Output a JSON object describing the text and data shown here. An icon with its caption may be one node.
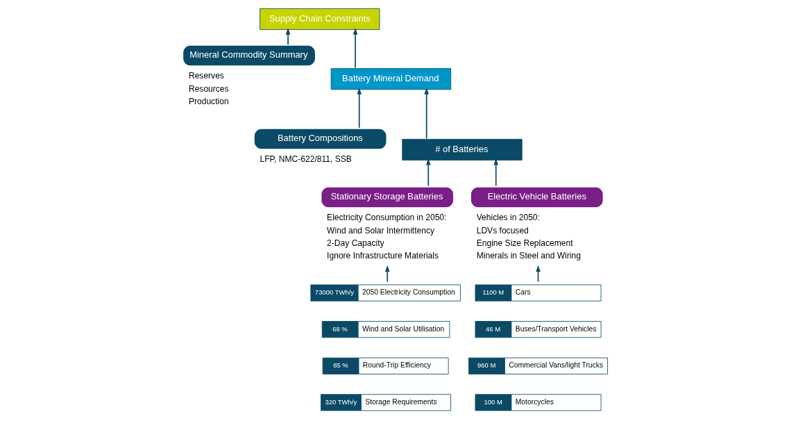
{
  "diagram": {
    "nodes": [
      {
        "text": [
          "Supply Chain Constraints"
        ]
      },
      {
        "text": [
          "Mineral Commodity Summary",
          "Reserves",
          "Resources",
          "Production"
        ]
      },
      {
        "text": [
          "Battery Mineral Demand"
        ]
      },
      {
        "text": [
          "Battery Compositions",
          "LFP, NMC-622/811, SSB"
        ]
      },
      {
        "text": [
          "# of Batteries"
        ]
      },
      {
        "text": [
          "Stationary Storage Batteries",
          "Electricity Consumption in 2050:",
          "Wind and Solar Intermittency",
          "2-Day Capacity",
          "Ignore Infrastructure Materials"
        ]
      },
      {
        "text": [
          "Electric Vehicle Batteries",
          "Vehicles in 2050:",
          "LDVs focused",
          "Engine Size Replacement",
          "Minerals in Steel and Wiring"
        ]
      },
      {
        "text": [
          "73000 TWh/y",
          "2050 Electricity Consumption"
        ]
      },
      {
        "text": [
          "68 %",
          "Wind and Solar Utilisation"
        ]
      },
      {
        "text": [
          "85 %",
          "Round-Trip Efficiency"
        ]
      },
      {
        "text": [
          "320 TWh/y",
          "Storage Requirements"
        ]
      },
      {
        "text": [
          "1100 M",
          "Cars"
        ]
      },
      {
        "text": [
          "46 M",
          "Buses/Transport Vehicles"
        ]
      },
      {
        "text": [
          "960 M",
          "Commercial Vans/light Trucks"
        ]
      },
      {
        "text": [
          "100 M",
          "Motorcycles"
        ]
      }
    ],
    "edges": [
      {
        "from": 2,
        "to": 0,
        "arrow": "to"
      },
      {
        "from": 1,
        "to": 0,
        "arrow": "to"
      },
      {
        "from": 4,
        "to": 2,
        "arrow": "to"
      },
      {
        "from": 3,
        "to": 2,
        "arrow": "to"
      },
      {
        "from": 5,
        "to": 4,
        "arrow": "to"
      },
      {
        "from": 6,
        "to": 4,
        "arrow": "to"
      },
      {
        "from": 7,
        "to": 5,
        "arrow": "to"
      },
      {
        "from": 11,
        "to": 6,
        "arrow": "to"
      }
    ]
  }
}
